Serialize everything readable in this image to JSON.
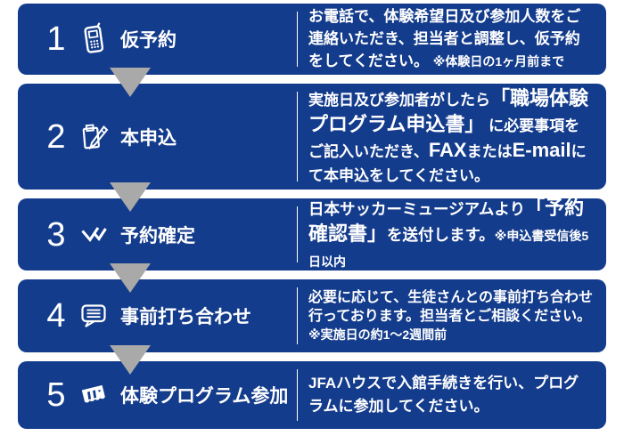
{
  "colors": {
    "box_blue": "#143c8c",
    "arrow_gray": "#a9a9a9",
    "text_white": "#ffffff"
  },
  "steps": [
    {
      "number": "1",
      "icon": "mobile-phone-icon",
      "title": "仮予約",
      "desc": [
        {
          "style": "normal",
          "text": "お電話で、体験希望日及び参加人数をご連絡いただき、担当者と調整し、仮予約をしてください。"
        },
        {
          "style": "note",
          "text": "※体験日の1ヶ月前まで"
        }
      ]
    },
    {
      "number": "2",
      "icon": "clipboard-pencil-icon",
      "title": "本申込",
      "desc": [
        {
          "style": "normal",
          "text": "実施日及び参加者がしたら"
        },
        {
          "style": "large",
          "text": "「職場体験プログラム申込書」"
        },
        {
          "style": "normal",
          "text": " に必要事項をご記入いただき、"
        },
        {
          "style": "large",
          "text": "FAX"
        },
        {
          "style": "normal",
          "text": "または"
        },
        {
          "style": "large",
          "text": "E-mail"
        },
        {
          "style": "normal",
          "text": "にて本申込をしてください。"
        }
      ]
    },
    {
      "number": "3",
      "icon": "double-check-icon",
      "title": "予約確定",
      "desc": [
        {
          "style": "normal",
          "text": "日本サッカーミュージアムより"
        },
        {
          "style": "large",
          "text": "「予約確認書」"
        },
        {
          "style": "normal",
          "text": "を送付します。"
        },
        {
          "style": "note",
          "text": "※申込書受信後5日以内"
        }
      ]
    },
    {
      "number": "4",
      "icon": "speech-bubble-icon",
      "title": "事前打ち合わせ",
      "desc": [
        {
          "style": "normal",
          "text": "必要に応じて、生徒さんとの事前打ち合わせ行っております。担当者とご相談ください。"
        },
        {
          "style": "note-block",
          "text": "※実施日の約1～2週間前"
        }
      ]
    },
    {
      "number": "5",
      "icon": "ticket-icon",
      "title": "体験プログラム参加",
      "desc": [
        {
          "style": "normal",
          "text": "JFAハウスで入館手続きを行い、プログラムに参加してください。"
        }
      ]
    }
  ]
}
